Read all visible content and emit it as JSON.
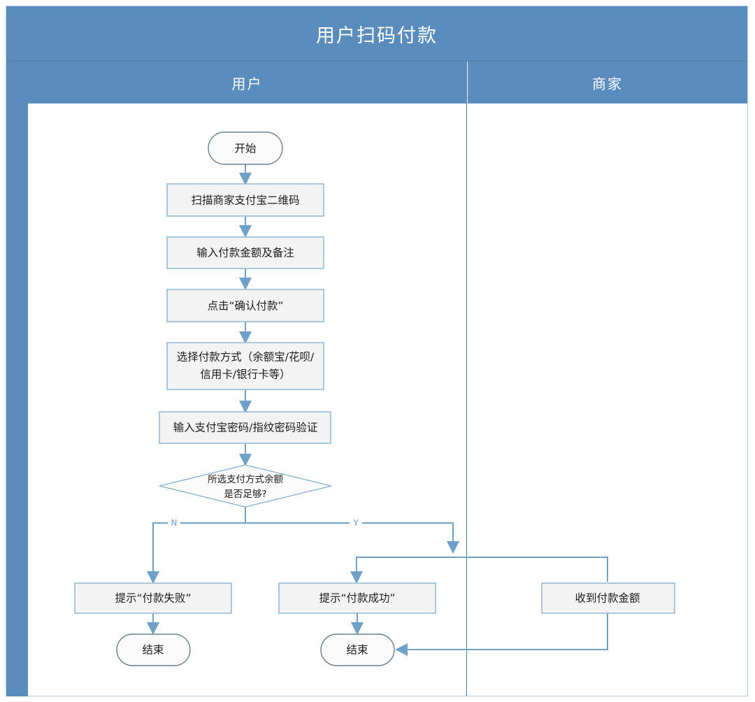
{
  "diagram": {
    "title": "用户扫码付款",
    "type": "swimlane-flowchart",
    "lanes": [
      {
        "id": "user",
        "label": "用户"
      },
      {
        "id": "merchant",
        "label": "商家"
      }
    ],
    "nodes": [
      {
        "id": "start",
        "lane": "user",
        "shape": "terminator",
        "label": "开始"
      },
      {
        "id": "scan",
        "lane": "user",
        "shape": "process",
        "label": "扫描商家支付宝二维码"
      },
      {
        "id": "amount",
        "lane": "user",
        "shape": "process",
        "label": "输入付款金额及备注"
      },
      {
        "id": "confirm",
        "lane": "user",
        "shape": "process",
        "label": "点击“确认付款”"
      },
      {
        "id": "method",
        "lane": "user",
        "shape": "process",
        "label_line1": "选择付款方式（余额宝/花呗/",
        "label_line2": "信用卡/银行卡等）"
      },
      {
        "id": "verify",
        "lane": "user",
        "shape": "process",
        "label": "输入支付宝密码/指纹密码验证"
      },
      {
        "id": "decision",
        "lane": "user",
        "shape": "decision",
        "label_line1": "所选支付方式余额",
        "label_line2": "是否足够?"
      },
      {
        "id": "fail",
        "lane": "user",
        "shape": "process",
        "label": "提示“付款失败”"
      },
      {
        "id": "success",
        "lane": "user",
        "shape": "process",
        "label": "提示“付款成功”"
      },
      {
        "id": "end_fail",
        "lane": "user",
        "shape": "terminator",
        "label": "结束"
      },
      {
        "id": "end_ok",
        "lane": "user",
        "shape": "terminator",
        "label": "结束"
      },
      {
        "id": "received",
        "lane": "merchant",
        "shape": "process",
        "label": "收到付款金额"
      }
    ],
    "edges": [
      {
        "from": "start",
        "to": "scan",
        "label": ""
      },
      {
        "from": "scan",
        "to": "amount",
        "label": ""
      },
      {
        "from": "amount",
        "to": "confirm",
        "label": ""
      },
      {
        "from": "confirm",
        "to": "method",
        "label": ""
      },
      {
        "from": "method",
        "to": "verify",
        "label": ""
      },
      {
        "from": "verify",
        "to": "decision",
        "label": ""
      },
      {
        "from": "decision",
        "to": "fail",
        "label": "N"
      },
      {
        "from": "decision",
        "to": "success",
        "label": "Y"
      },
      {
        "from": "decision",
        "to": "received",
        "label": ""
      },
      {
        "from": "fail",
        "to": "end_fail",
        "label": ""
      },
      {
        "from": "success",
        "to": "end_ok",
        "label": ""
      },
      {
        "from": "received",
        "to": "end_ok",
        "label": ""
      }
    ],
    "branch_labels": {
      "no": "N",
      "yes": "Y"
    },
    "colors": {
      "header_blue": "#5b8cbe",
      "node_fill": "#f3f3f3",
      "node_border": "#8aafd0",
      "connector": "#6fa0c8",
      "lane_background": "#ffffff",
      "text": "#1b1b1b",
      "title_text": "#ffffff"
    }
  }
}
